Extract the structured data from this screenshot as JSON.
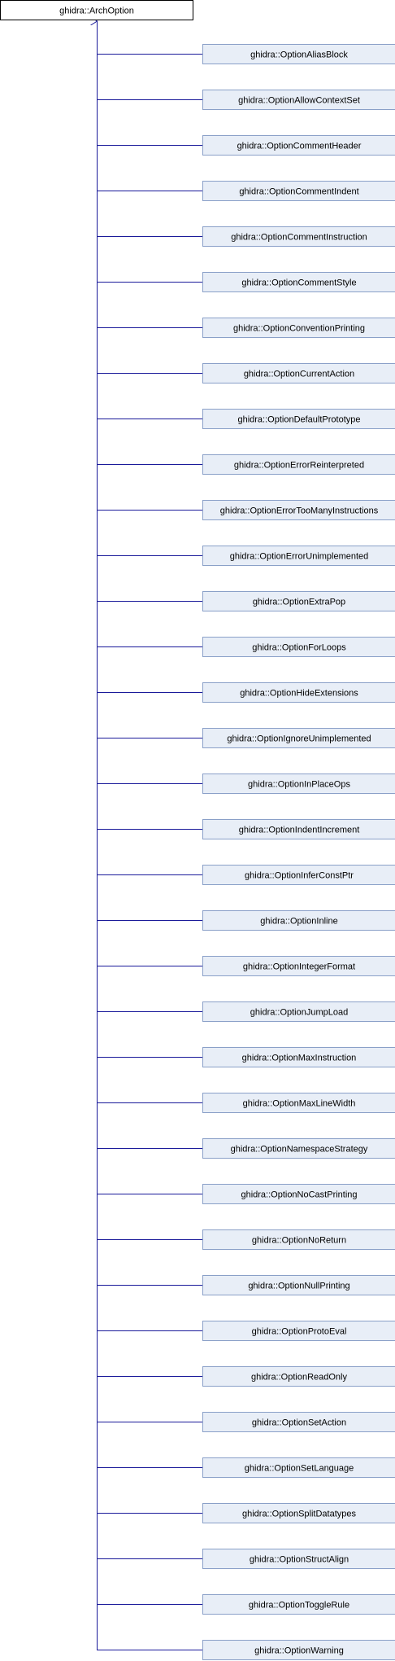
{
  "colors": {
    "base_fill": "#ffffff",
    "base_border": "#000000",
    "derived_fill": "#e8eef7",
    "derived_border": "#8aa0c8",
    "edge": "#1a1a9a"
  },
  "base": {
    "label": "ghidra::ArchOption"
  },
  "derived": [
    "ghidra::OptionAliasBlock",
    "ghidra::OptionAllowContextSet",
    "ghidra::OptionCommentHeader",
    "ghidra::OptionCommentIndent",
    "ghidra::OptionCommentInstruction",
    "ghidra::OptionCommentStyle",
    "ghidra::OptionConventionPrinting",
    "ghidra::OptionCurrentAction",
    "ghidra::OptionDefaultPrototype",
    "ghidra::OptionErrorReinterpreted",
    "ghidra::OptionErrorTooManyInstructions",
    "ghidra::OptionErrorUnimplemented",
    "ghidra::OptionExtraPop",
    "ghidra::OptionForLoops",
    "ghidra::OptionHideExtensions",
    "ghidra::OptionIgnoreUnimplemented",
    "ghidra::OptionInPlaceOps",
    "ghidra::OptionIndentIncrement",
    "ghidra::OptionInferConstPtr",
    "ghidra::OptionInline",
    "ghidra::OptionIntegerFormat",
    "ghidra::OptionJumpLoad",
    "ghidra::OptionMaxInstruction",
    "ghidra::OptionMaxLineWidth",
    "ghidra::OptionNamespaceStrategy",
    "ghidra::OptionNoCastPrinting",
    "ghidra::OptionNoReturn",
    "ghidra::OptionNullPrinting",
    "ghidra::OptionProtoEval",
    "ghidra::OptionReadOnly",
    "ghidra::OptionSetAction",
    "ghidra::OptionSetLanguage",
    "ghidra::OptionSplitDatatypes",
    "ghidra::OptionStructAlign",
    "ghidra::OptionToggleRule",
    "ghidra::OptionWarning"
  ]
}
